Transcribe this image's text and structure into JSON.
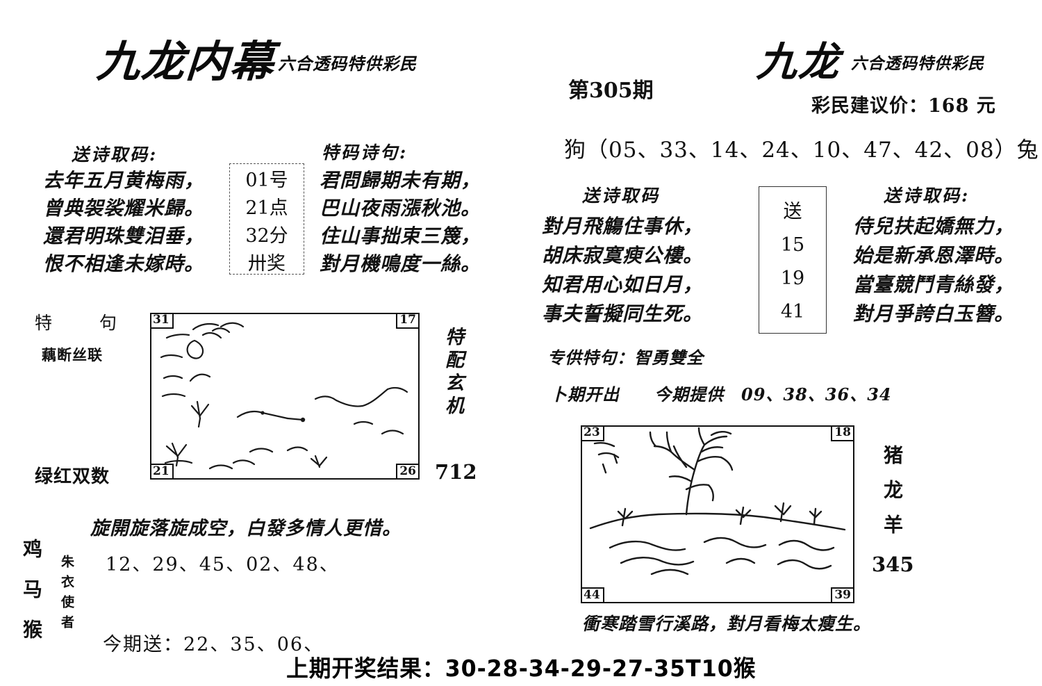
{
  "header": {
    "brand_left": "九龙内幕",
    "brand_left_sub": "六合透码特供彩民",
    "brand_right": "九龙",
    "brand_right_sub": "六合透码特供彩民",
    "issue": "第305期",
    "price": "彩民建议价：168 元",
    "zodiac_line": "狗（05、33、14、24、10、47、42、08）兔"
  },
  "left": {
    "songshi_label": "送诗取码:",
    "poem_lines": [
      "去年五月黄梅雨，",
      "曾典袈裟耀米歸。",
      "還君明珠雙泪垂，",
      "恨不相逢未嫁時。"
    ],
    "code_box": [
      "01号",
      "21点",
      "32分",
      "卅奖"
    ],
    "tema_label": "特码诗句:",
    "tema_lines": [
      "君問歸期未有期，",
      "巴山夜雨漲秋池。",
      "住山事拙束三篾，",
      "對月機鳴度一絲。"
    ],
    "teju_label": "特 句",
    "teju_value": "藕断丝联",
    "lvhong_label": "绿红双数",
    "sketch_corners": {
      "tl": "31",
      "tr": "17",
      "bl": "21",
      "br": "26"
    },
    "side_label": "特配玄机",
    "side_number": "712",
    "caption": "旋開旋落旋成空，白發多情人更惜。",
    "numbers": "12、29、45、02、48、",
    "send_line": "今期送：22、35、06、",
    "zodiac_stack": "鸡马猴",
    "seal_stack": "朱衣使者"
  },
  "right": {
    "songshi_label_mid": "送诗取码",
    "poem_mid_lines": [
      "對月飛觴住事休，",
      "胡床寂寞瘐公樓。",
      "知君用心如日月，",
      "事夫誓擬同生死。"
    ],
    "send_box": [
      "送",
      "15",
      "19",
      "41"
    ],
    "songshi_label_right": "送诗取码:",
    "poem_right_lines": [
      "侍兒扶起嬌無力，",
      "始是新承恩澤時。",
      "當臺競鬥青絲發，",
      "對月爭誇白玉簪。"
    ],
    "special_line": "专供特句：智勇雙全",
    "supply_line": "卜期开出　　今期提供　09、38、36、34",
    "sketch_corners": {
      "tl": "23",
      "tr": "18",
      "bl": "44",
      "br": "39"
    },
    "zodiac_stack": "猪龙羊",
    "side_number": "345",
    "caption": "衝寒踏雪行溪路，對月看梅太瘦生。"
  },
  "footer": {
    "result": "上期开奖结果：30-28-34-29-27-35T10猴"
  }
}
